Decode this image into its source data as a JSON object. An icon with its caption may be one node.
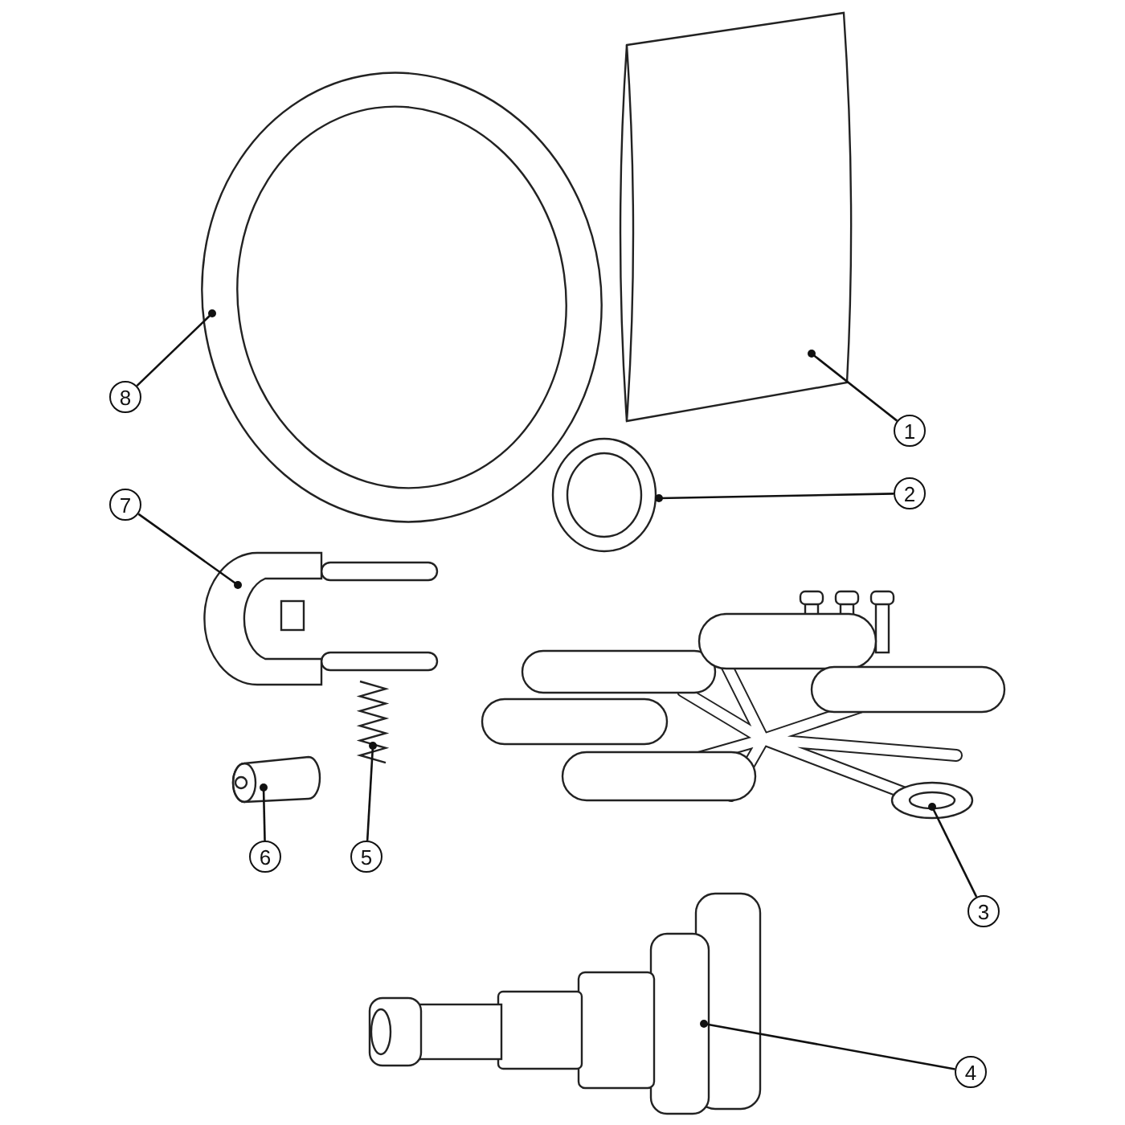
{
  "diagram": {
    "nodes": [
      {
        "text": [],
        "shape": "picture"
      },
      {
        "text": [],
        "shape": "picture"
      },
      {
        "text": [
          "8"
        ]
      },
      {
        "text": [
          "1"
        ]
      },
      {
        "text": [],
        "shape": "picture"
      },
      {
        "text": [
          "2"
        ]
      },
      {
        "text": [
          "7"
        ]
      },
      {
        "text": [],
        "shape": "picture"
      },
      {
        "text": [],
        "shape": "picture"
      },
      {
        "text": [],
        "shape": "picture"
      },
      {
        "text": [],
        "shape": "picture"
      },
      {
        "text": [
          "6"
        ]
      },
      {
        "text": [
          "5"
        ]
      },
      {
        "text": [
          "3"
        ]
      },
      {
        "text": [],
        "shape": "picture"
      },
      {
        "text": [
          "4"
        ]
      }
    ],
    "edges": [
      {
        "from": 2,
        "to": 0,
        "arrow": "other"
      },
      {
        "from": 3,
        "to": 1,
        "arrow": "other"
      },
      {
        "from": 5,
        "to": 4,
        "arrow": "other"
      },
      {
        "from": 6,
        "to": 7,
        "arrow": "other"
      },
      {
        "from": 11,
        "to": 10,
        "arrow": "other"
      },
      {
        "from": 12,
        "to": 8,
        "arrow": "other"
      },
      {
        "from": 13,
        "to": 9,
        "arrow": "other"
      },
      {
        "from": 15,
        "to": 14,
        "arrow": "other"
      }
    ]
  }
}
